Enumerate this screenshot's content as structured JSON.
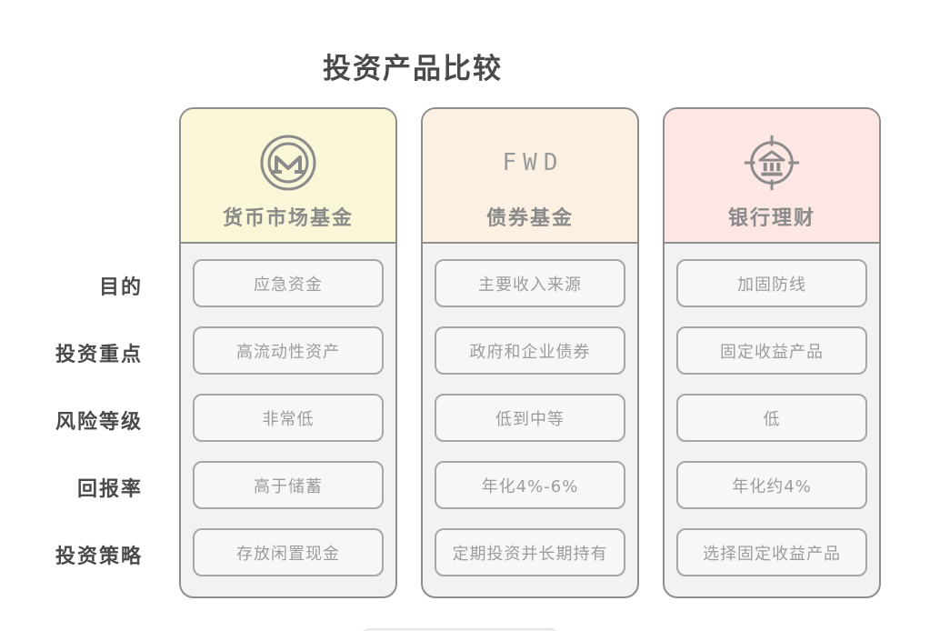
{
  "title": "投资产品比较",
  "row_labels": [
    "目的",
    "投资重点",
    "风险等级",
    "回报率",
    "投资策略"
  ],
  "columns": [
    {
      "name": "货币市场基金",
      "icon": "money-market-coin-icon",
      "header_color": "#faf6d8",
      "cells": [
        "应急资金",
        "高流动性资产",
        "非常低",
        "高于储蓄",
        "存放闲置现金"
      ]
    },
    {
      "name": "债券基金",
      "icon": "fwd-logo",
      "logo_text": "FWD",
      "header_color": "#fcf0e3",
      "cells": [
        "主要收入来源",
        "政府和企业债券",
        "低到中等",
        "年化4%-6%",
        "定期投资并长期持有"
      ]
    },
    {
      "name": "银行理财",
      "icon": "bank-target-icon",
      "header_color": "#fce7e5",
      "cells": [
        "加固防线",
        "固定收益产品",
        "低",
        "年化约4%",
        "选择固定收益产品"
      ]
    }
  ],
  "colors": {
    "column_border": "#8e8e8e",
    "cell_border": "#a6a6a6",
    "column_body_bg": "#f2f2f2",
    "cell_bg": "#f7f7f7",
    "cell_text": "#9c9c9c",
    "header_text": "#8a8a8a",
    "label_text": "#4a4a4a",
    "title_text": "#4a4a4a",
    "header_bg_money_market_fund": "#faf6d8",
    "header_bg_bond_fund": "#fcf0e3",
    "header_bg_bank_wealth": "#fce7e5"
  }
}
